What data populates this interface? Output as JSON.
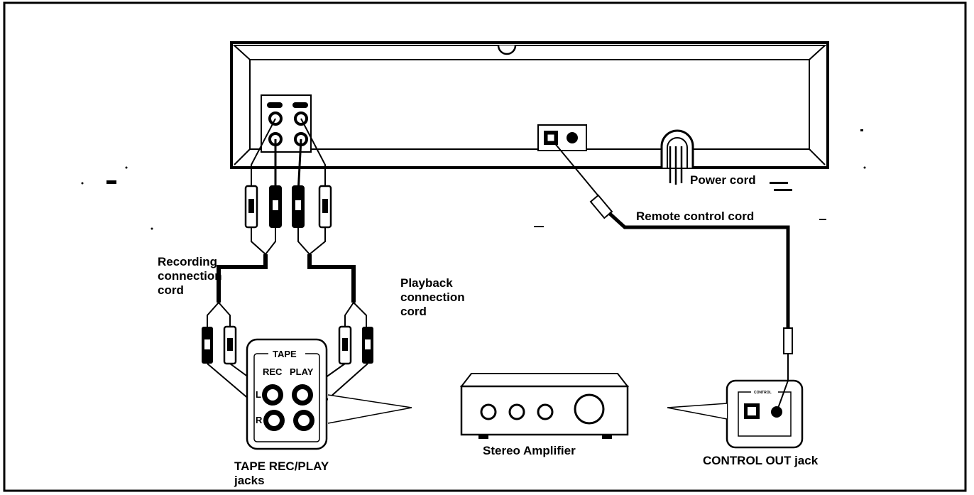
{
  "labels": {
    "power_cord": "Power cord",
    "remote_control_cord": "Remote control cord",
    "recording_cord": [
      "Recording",
      "connection",
      "cord"
    ],
    "playback_cord": [
      "Playback",
      "connection",
      "cord"
    ],
    "tape": "TAPE",
    "rec": "REC",
    "play": "PLAY",
    "channel_l": "L",
    "channel_r": "R",
    "tape_jacks": [
      "TAPE REC/PLAY",
      "jacks"
    ],
    "stereo_amplifier": "Stereo Amplifier",
    "control_out_jack": "CONTROL OUT jack",
    "control_small": "CONTROL"
  }
}
